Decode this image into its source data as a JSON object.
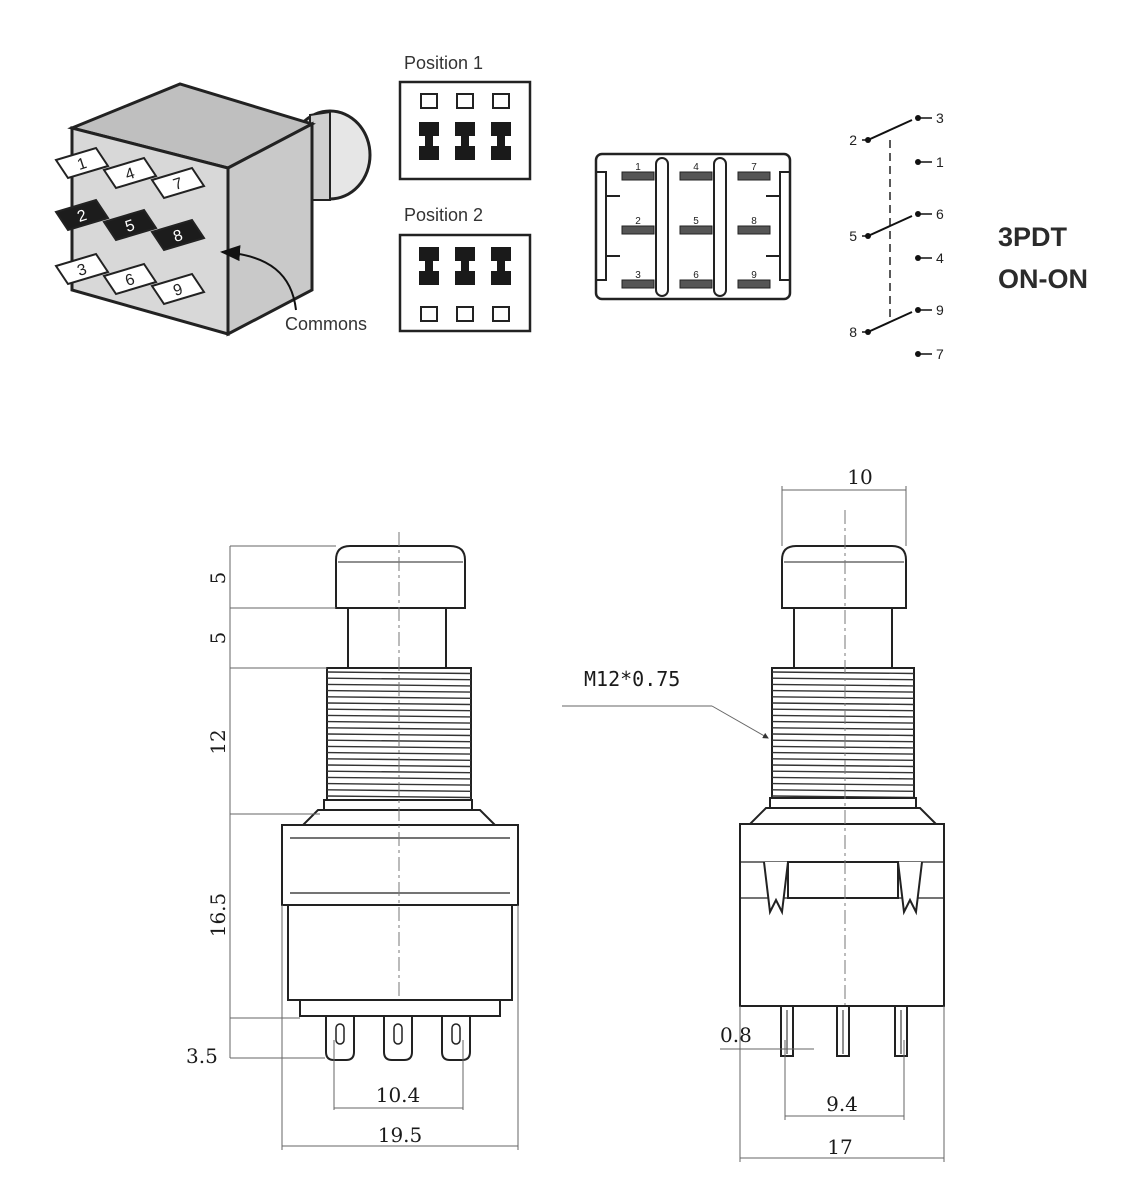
{
  "iso_view": {
    "front_row_labels": [
      "1",
      "4",
      "7"
    ],
    "middle_row_labels": [
      "2",
      "5",
      "8"
    ],
    "bottom_row_labels": [
      "3",
      "6",
      "9"
    ],
    "commons_label": "Commons"
  },
  "positions": {
    "position1_label": "Position 1",
    "position2_label": "Position 2"
  },
  "pin_layout": {
    "row1": [
      "1",
      "4",
      "7"
    ],
    "row2": [
      "2",
      "5",
      "8"
    ],
    "row3": [
      "3",
      "6",
      "9"
    ]
  },
  "schematic": {
    "poles": [
      {
        "common": "2",
        "upper": "3",
        "lower": "1"
      },
      {
        "common": "5",
        "upper": "6",
        "lower": "4"
      },
      {
        "common": "8",
        "upper": "9",
        "lower": "7"
      }
    ]
  },
  "title": {
    "type": "3PDT",
    "mode": "ON-ON"
  },
  "dimensions": {
    "left": {
      "cap_height": "5",
      "neck_height": "5",
      "thread_height": "12",
      "body_height": "16.5",
      "pin_length": "3.5",
      "pin_spacing": "10.4",
      "body_width": "19.5"
    },
    "right": {
      "cap_width": "10",
      "thread_spec": "M12*0.75",
      "pin_thickness": "0.8",
      "pin_spacing": "9.4",
      "body_width": "17"
    }
  },
  "colors": {
    "line": "#1a1a1a",
    "body_fill": "#d8d8d8",
    "body_top": "#bfbfbf",
    "common_fill": "#1c1c1c",
    "dim_line": "#555555"
  }
}
